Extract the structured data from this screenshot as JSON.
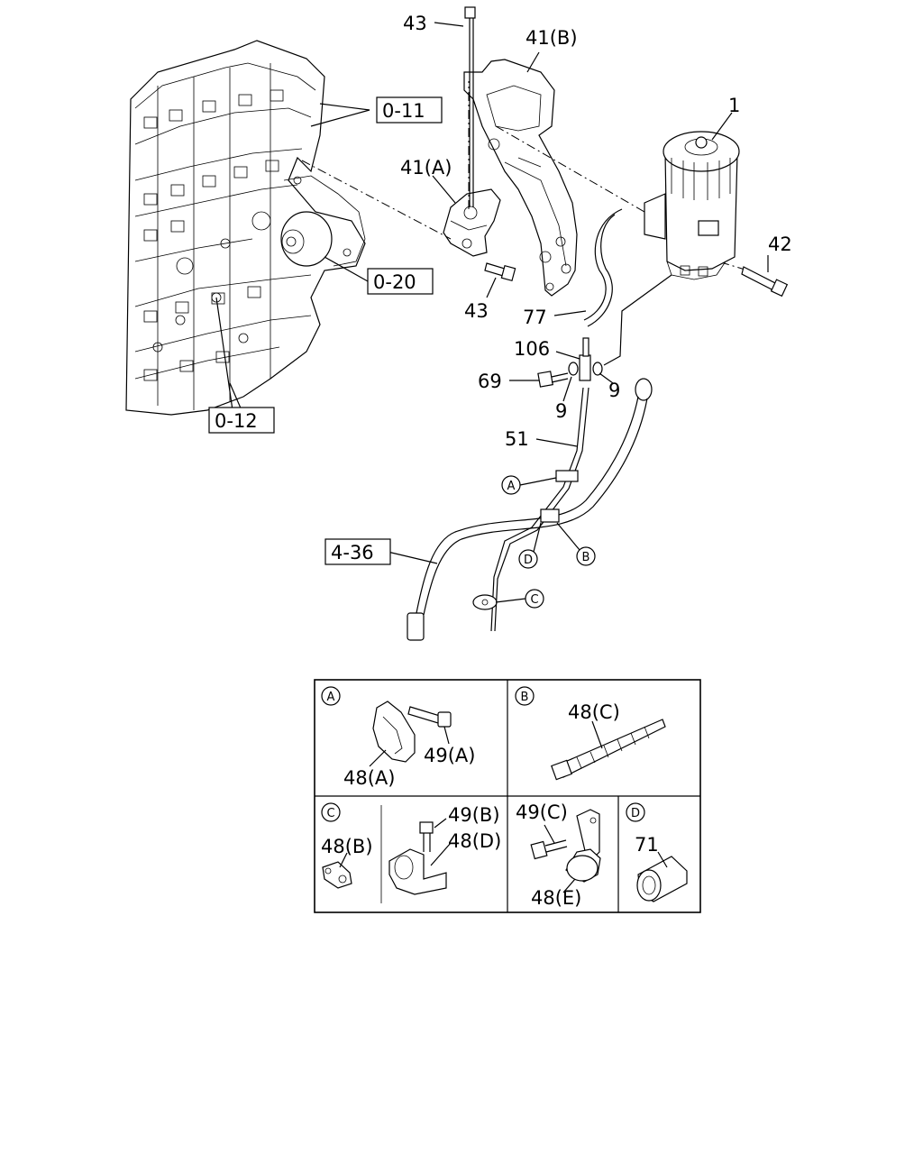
{
  "labels": {
    "l43_top": "43",
    "l41b": "41(B)",
    "l1": "1",
    "l41a": "41(A)",
    "l42": "42",
    "l43_bottom": "43",
    "l77": "77",
    "l106": "106",
    "l69": "69",
    "l9_right": "9",
    "l9_left": "9",
    "l51": "51",
    "ref_0_11": "0-11",
    "ref_0_20": "0-20",
    "ref_0_12": "0-12",
    "ref_4_36": "4-36"
  },
  "callouts": {
    "A": "A",
    "B": "B",
    "C": "C",
    "D": "D"
  },
  "detail_boxes": {
    "A": {
      "letter": "A",
      "parts": [
        "48(A)",
        "49(A)"
      ]
    },
    "B": {
      "letter": "B",
      "parts": [
        "48(C)"
      ]
    },
    "C": {
      "letter": "C",
      "parts": [
        "48(B)",
        "49(B)",
        "48(D)",
        "49(C)",
        "48(E)"
      ]
    },
    "D": {
      "letter": "D",
      "parts": [
        "71"
      ]
    }
  }
}
